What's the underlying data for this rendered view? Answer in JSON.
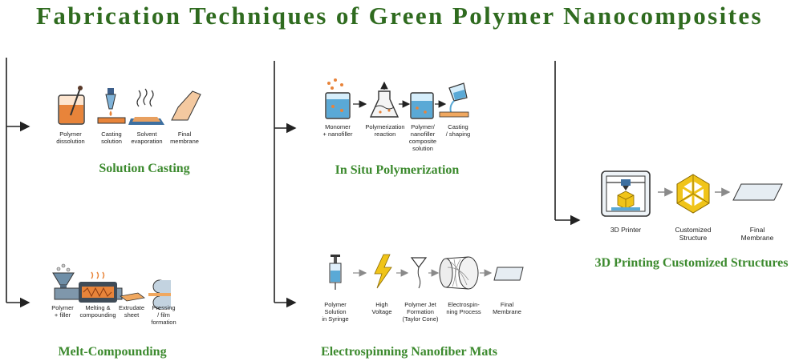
{
  "title": "Fabrication Techniques of Green Polymer Nanocomposites",
  "colors": {
    "title": "#2f6b1f",
    "method": "#3c8a2e",
    "orange": "#e8843a",
    "blue": "#5aa9d6",
    "yellow": "#f0c419"
  },
  "methods": {
    "solution_casting": {
      "name": "Solution Casting",
      "steps": [
        "Polymer\ndissolution",
        "Casting\nsolution",
        "Solvent\nevaporation",
        "Final\nmembrane"
      ],
      "icons": [
        "beaker-stir-icon",
        "dropper-icon",
        "evaporation-tray-icon",
        "membrane-sheet-icon"
      ]
    },
    "in_situ": {
      "name": "In Situ Polymerization",
      "steps": [
        "Monomer\n+ nanofiller",
        "Polymerization\nreaction",
        "Polymer/\nnanofiller\ncomposite\nsolution",
        "Casting\n/ shaping"
      ],
      "icons": [
        "monomer-beaker-icon",
        "flask-reaction-icon",
        "composite-beaker-icon",
        "pour-casting-icon"
      ]
    },
    "melt": {
      "name": "Melt-Compounding",
      "steps": [
        "Polymer\n+ filler",
        "Melting &\ncompounding",
        "Extrudate\nsheet",
        "Pressing\n/ film\nformation"
      ],
      "icons": [
        "hopper-icon",
        "extruder-icon",
        "extrudate-sheet-icon",
        "press-rollers-icon"
      ]
    },
    "electrospinning": {
      "name": "Electrospinning Nanofiber Mats",
      "steps": [
        "Polymer\nSolution\nin Syringe",
        "High\nVoltage",
        "Polymer Jet\nFormation\n(Taylor Cone)",
        "Electrospin-\nning Process",
        "Final\nMembrane"
      ],
      "icons": [
        "syringe-icon",
        "lightning-icon",
        "taylor-cone-icon",
        "fiber-drum-icon",
        "membrane-icon"
      ]
    },
    "printing": {
      "name": "3D Printing  Customized  Structures",
      "steps": [
        "3D Printer",
        "Customized\nStructure",
        "Final\nMembrane"
      ],
      "icons": [
        "printer-3d-icon",
        "lattice-structure-icon",
        "membrane-icon"
      ]
    }
  }
}
